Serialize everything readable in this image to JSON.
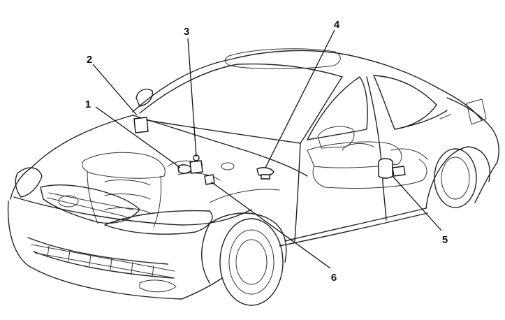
{
  "diagram": {
    "subject": "car-component-location-illustration",
    "callouts": [
      {
        "id": "c1",
        "label": "1"
      },
      {
        "id": "c2",
        "label": "2"
      },
      {
        "id": "c3",
        "label": "3"
      },
      {
        "id": "c4",
        "label": "4"
      },
      {
        "id": "c5",
        "label": "5"
      },
      {
        "id": "c6",
        "label": "6"
      }
    ]
  }
}
